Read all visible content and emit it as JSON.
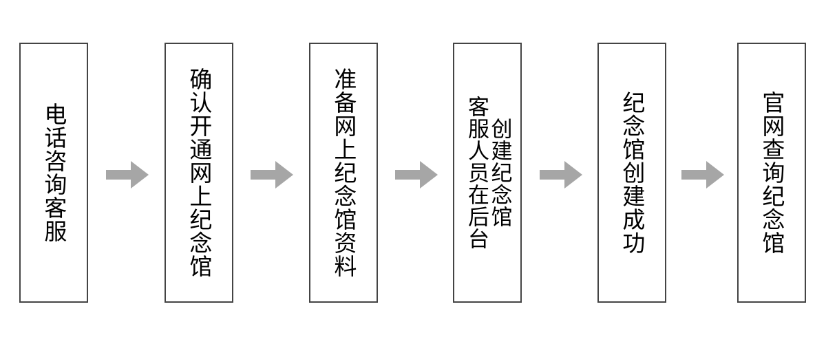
{
  "diagram": {
    "type": "horizontal-flowchart",
    "orientation": "left-to-right",
    "text_direction": "vertical-rtl",
    "background_color": "#ffffff",
    "box_border_color": "#444444",
    "box_fill_color": "#ffffff",
    "text_color": "#000000",
    "arrow_color": "#a6a6a6",
    "step_count": 6,
    "arrow_count": 5
  },
  "nodes": [
    {
      "id": "step-1",
      "order": 1,
      "text": "电话咨询客服",
      "columns": [
        "电话咨询客服"
      ]
    },
    {
      "id": "step-2",
      "order": 2,
      "text": "确认开通网上纪念馆",
      "columns": [
        "确认开通网上纪念馆"
      ]
    },
    {
      "id": "step-3",
      "order": 3,
      "text": "准备网上纪念馆资料",
      "columns": [
        "准备网上纪念馆资料"
      ]
    },
    {
      "id": "step-4",
      "order": 4,
      "text": "客服人员在后台创建纪念馆",
      "columns": [
        "创建纪念馆",
        "客服人员在后台"
      ]
    },
    {
      "id": "step-5",
      "order": 5,
      "text": "纪念馆创建成功",
      "columns": [
        "纪念馆创建成功"
      ]
    },
    {
      "id": "step-6",
      "order": 6,
      "text": "官网查询纪念馆",
      "columns": [
        "官网查询纪念馆"
      ]
    }
  ],
  "arrows": [
    {
      "id": "arrow-1",
      "from": "step-1",
      "to": "step-2",
      "glyph": "→"
    },
    {
      "id": "arrow-2",
      "from": "step-2",
      "to": "step-3",
      "glyph": "→"
    },
    {
      "id": "arrow-3",
      "from": "step-3",
      "to": "step-4",
      "glyph": "→"
    },
    {
      "id": "arrow-4",
      "from": "step-4",
      "to": "step-5",
      "glyph": "→"
    },
    {
      "id": "arrow-5",
      "from": "step-5",
      "to": "step-6",
      "glyph": "→"
    }
  ]
}
